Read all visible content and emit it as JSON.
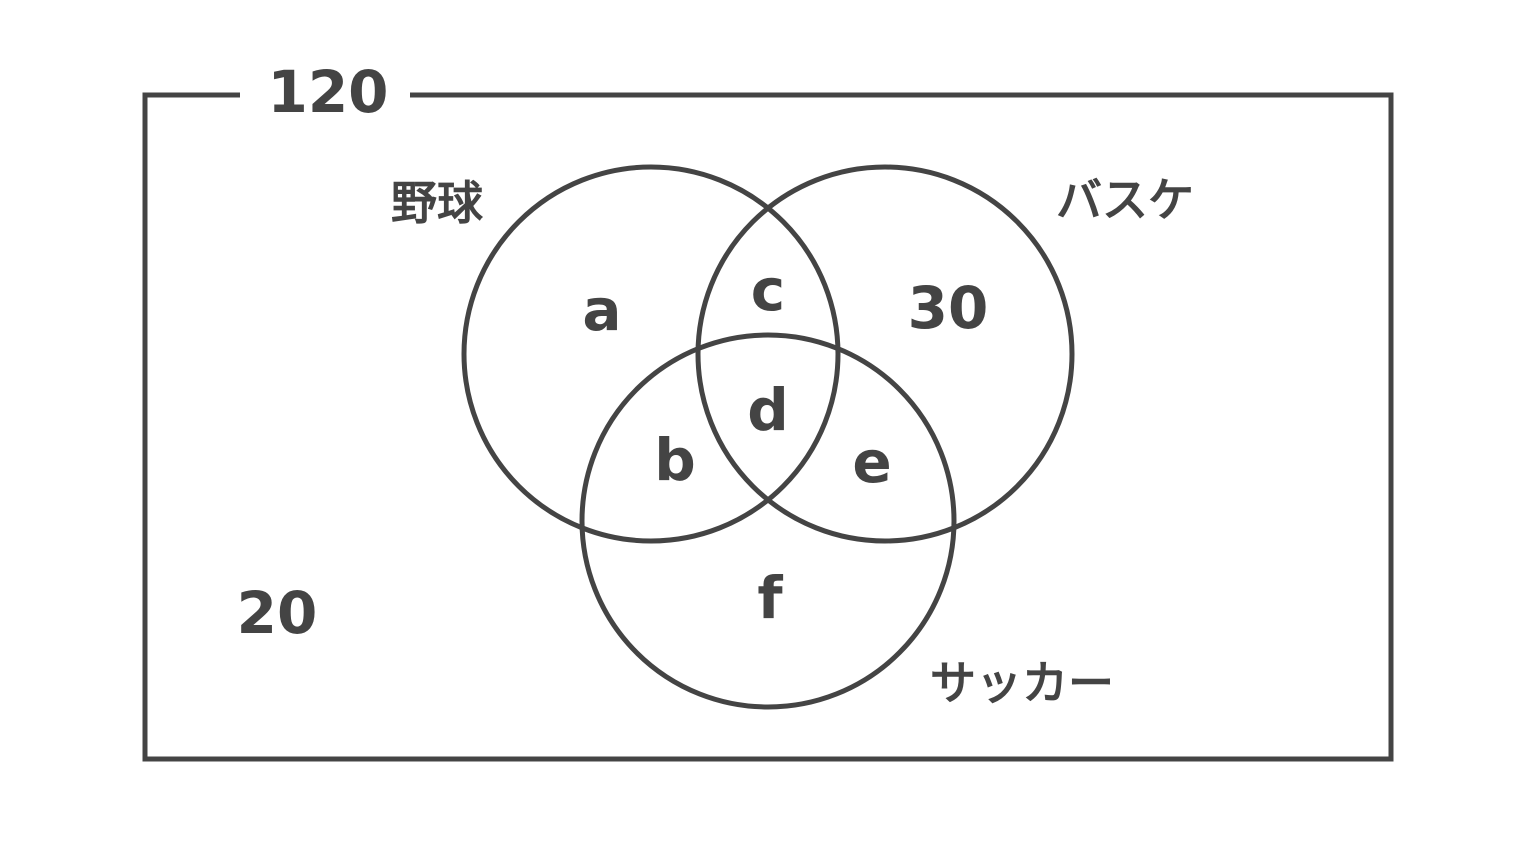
{
  "total": "120",
  "outside": "20",
  "sets": {
    "baseball": "野球",
    "basketball": "バスケ",
    "soccer": "サッカー"
  },
  "regions": {
    "baseball_only": "a",
    "baseball_basketball": "c",
    "basketball_only": "30",
    "all_three": "d",
    "baseball_soccer": "b",
    "basketball_soccer": "e",
    "soccer_only": "f"
  },
  "colors": {
    "stroke": "#444444",
    "background": "#ffffff"
  }
}
